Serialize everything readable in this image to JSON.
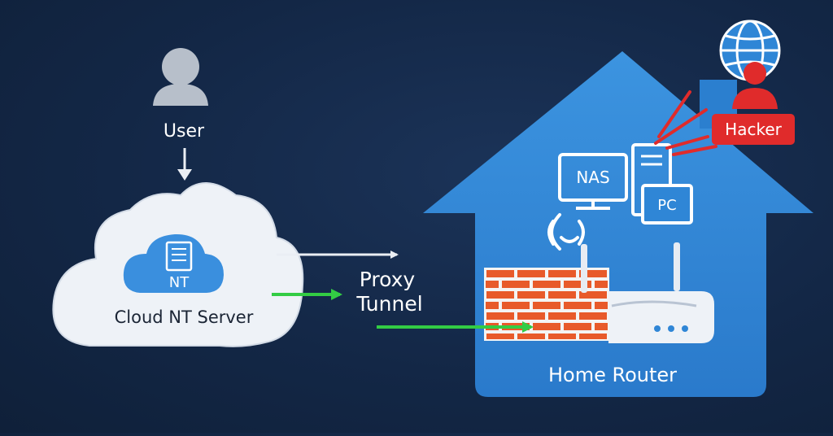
{
  "user": {
    "label": "User"
  },
  "cloud": {
    "badge": "NT",
    "label": "Cloud NT Server"
  },
  "tunnel": {
    "line1": "Proxy",
    "line2": "Tunnel"
  },
  "home": {
    "label": "Home Router"
  },
  "devices": {
    "nas": "NAS",
    "pc": "PC"
  },
  "attacker": {
    "label": "Hacker"
  },
  "colors": {
    "background": "#132746",
    "house": "#2f86d6",
    "cloud": "#eef2f7",
    "tunnel_arrow": "#33cc44",
    "firewall_brick": "#e85a2a",
    "hacker": "#e02b2b",
    "user_icon": "#b7bfca"
  }
}
